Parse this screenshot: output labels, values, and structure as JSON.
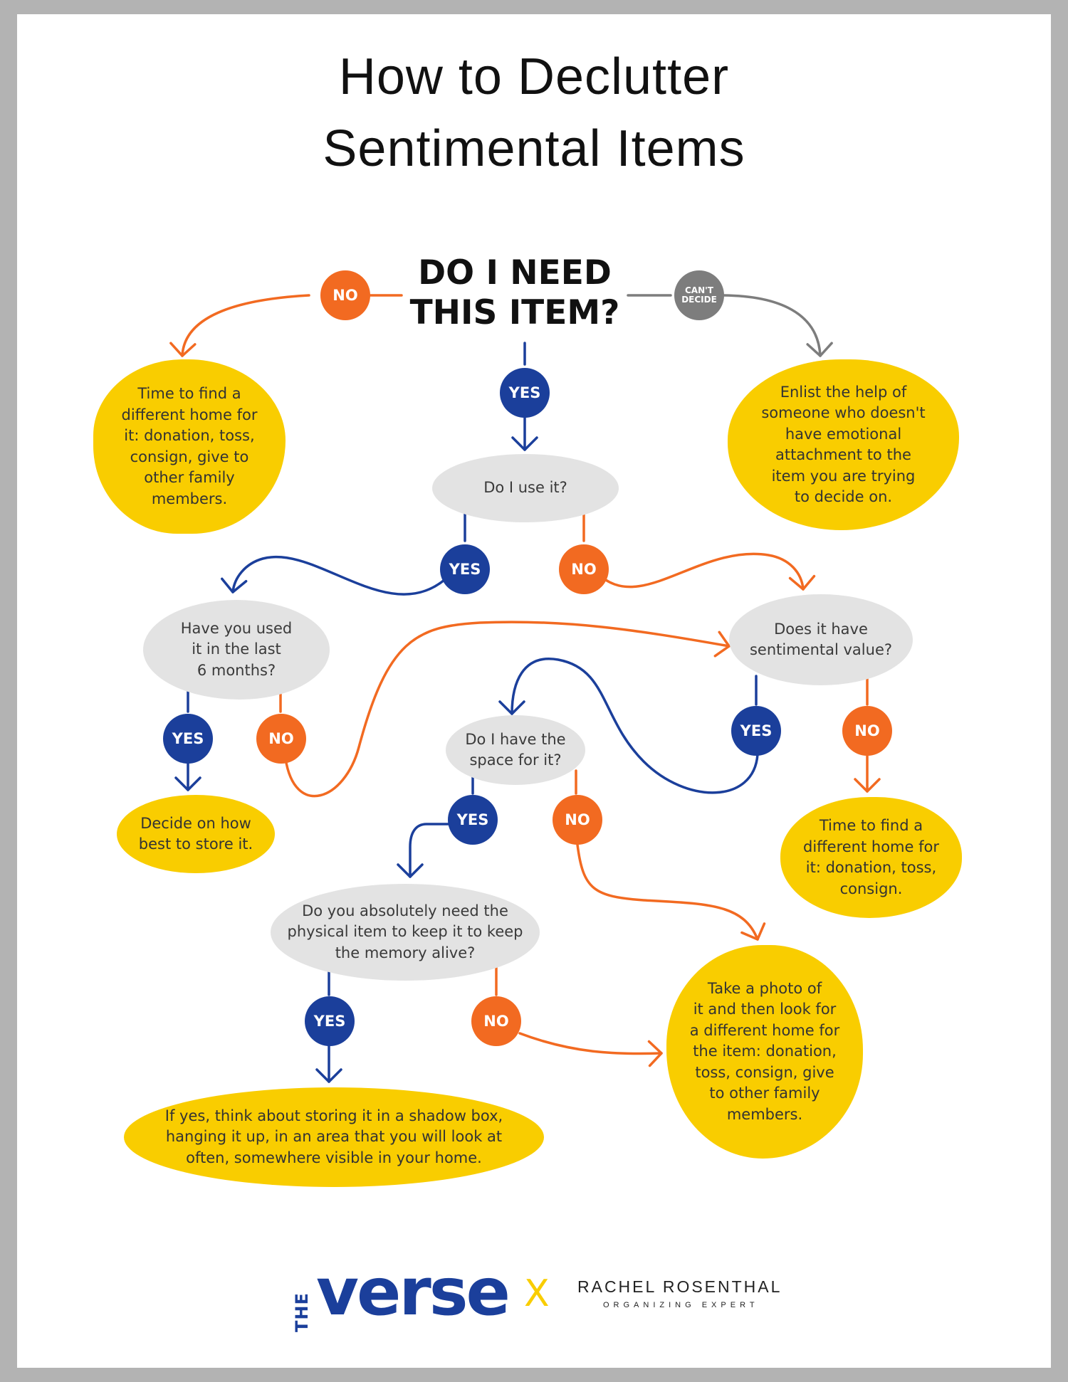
{
  "title": {
    "line1": "How to Declutter",
    "line2": "Sentimental Items"
  },
  "start": {
    "line1": "DO I NEED",
    "line2": "THIS ITEM?"
  },
  "labels": {
    "yes": "YES",
    "no": "NO",
    "cant_decide_1": "CAN'T",
    "cant_decide_2": "DECIDE"
  },
  "nodes": {
    "no_need_outcome": [
      "Time to find a",
      "different home for",
      "it: donation, toss,",
      "consign, give to",
      "other family",
      "members."
    ],
    "cant_decide_outcome": [
      "Enlist the help of",
      "someone who doesn't",
      "have emotional",
      "attachment to the",
      "item you are trying",
      "to decide on."
    ],
    "use_it": [
      "Do I use it?"
    ],
    "used_6_months": [
      "Have you used",
      "it in the last",
      "6 months?"
    ],
    "sentimental_value": [
      "Does it have",
      "sentimental value?"
    ],
    "have_space": [
      "Do I have the",
      "space for it?"
    ],
    "store_it": [
      "Decide on how",
      "best to store it."
    ],
    "no_sentimental_outcome": [
      "Time to find a",
      "different home for",
      "it: donation, toss,",
      "consign."
    ],
    "need_physical": [
      "Do you absolutely need the",
      "physical item to keep it to keep",
      "the memory alive?"
    ],
    "photo_outcome": [
      "Take a photo of",
      "it and then look for",
      "a different home for",
      "the item: donation,",
      "toss, consign, give",
      "to other family",
      "members."
    ],
    "display_outcome": [
      "If yes, think about storing it in a shadow box,",
      "hanging it up, in an area that you will look at",
      "often, somewhere visible in your home."
    ]
  },
  "footer": {
    "brand_prefix": "THE",
    "brand": "verse",
    "separator": "X",
    "partner": "RACHEL ROSENTHAL",
    "partner_sub": "ORGANIZING EXPERT"
  },
  "colors": {
    "yes": "#1b3f9b",
    "no": "#f26a21",
    "cant_decide": "#7d7d7d",
    "outcome": "#f9cd00",
    "question": "#e3e3e3"
  }
}
